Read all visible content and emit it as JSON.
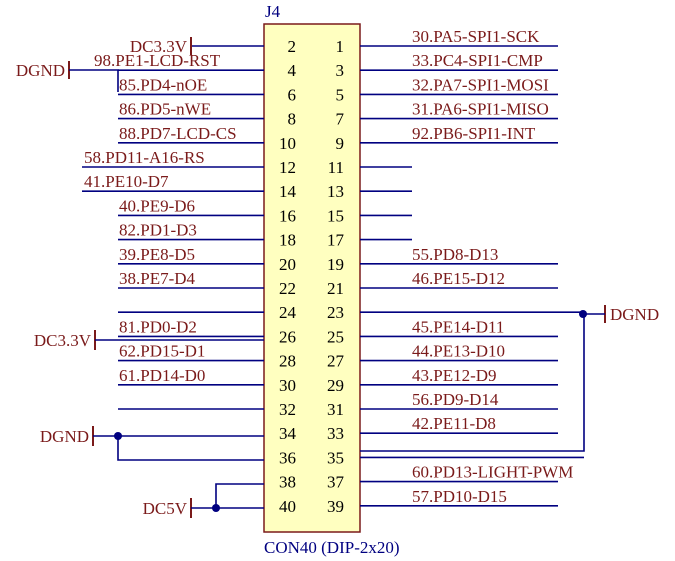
{
  "colors": {
    "wire": "#000080",
    "net_label": "#7a1a1a",
    "body_fill": "#ffffc0",
    "body_stroke": "#7a1a1a",
    "pin_number": "#000000",
    "designator": "#000080"
  },
  "component": {
    "designator": "J4",
    "part_name": "CON40 (DIP-2x20)"
  },
  "rows": [
    {
      "left_pin": "2",
      "right_pin": "1",
      "left_net": "DC3.3V",
      "right_net": "30.PA5-SPI1-SCK"
    },
    {
      "left_pin": "4",
      "right_pin": "3",
      "left_net": "98.PE1-LCD-RST",
      "right_net": "33.PC4-SPI1-CMP"
    },
    {
      "left_pin": "6",
      "right_pin": "5",
      "left_net": "85.PD4-nOE",
      "right_net": "32.PA7-SPI1-MOSI"
    },
    {
      "left_pin": "8",
      "right_pin": "7",
      "left_net": "86.PD5-nWE",
      "right_net": "31.PA6-SPI1-MISO"
    },
    {
      "left_pin": "10",
      "right_pin": "9",
      "left_net": "88.PD7-LCD-CS",
      "right_net": "92.PB6-SPI1-INT"
    },
    {
      "left_pin": "12",
      "right_pin": "11",
      "left_net": "58.PD11-A16-RS",
      "right_net": ""
    },
    {
      "left_pin": "14",
      "right_pin": "13",
      "left_net": "41.PE10-D7",
      "right_net": ""
    },
    {
      "left_pin": "16",
      "right_pin": "15",
      "left_net": "40.PE9-D6",
      "right_net": ""
    },
    {
      "left_pin": "18",
      "right_pin": "17",
      "left_net": "82.PD1-D3",
      "right_net": ""
    },
    {
      "left_pin": "20",
      "right_pin": "19",
      "left_net": "39.PE8-D5",
      "right_net": "55.PD8-D13"
    },
    {
      "left_pin": "22",
      "right_pin": "21",
      "left_net": "38.PE7-D4",
      "right_net": "46.PE15-D12"
    },
    {
      "left_pin": "24",
      "right_pin": "23",
      "left_net": "",
      "right_net": ""
    },
    {
      "left_pin": "26",
      "right_pin": "25",
      "left_net": "81.PD0-D2",
      "right_net": "45.PE14-D11"
    },
    {
      "left_pin": "28",
      "right_pin": "27",
      "left_net": "62.PD15-D1",
      "right_net": "44.PE13-D10"
    },
    {
      "left_pin": "30",
      "right_pin": "29",
      "left_net": "61.PD14-D0",
      "right_net": "43.PE12-D9"
    },
    {
      "left_pin": "32",
      "right_pin": "31",
      "left_net": "",
      "right_net": "56.PD9-D14"
    },
    {
      "left_pin": "34",
      "right_pin": "33",
      "left_net": "",
      "right_net": "42.PE11-D8"
    },
    {
      "left_pin": "36",
      "right_pin": "35",
      "left_net": "",
      "right_net": ""
    },
    {
      "left_pin": "38",
      "right_pin": "37",
      "left_net": "",
      "right_net": "60.PD13-LIGHT-PWM"
    },
    {
      "left_pin": "40",
      "right_pin": "39",
      "left_net": "",
      "right_net": "57.PD10-D15"
    }
  ],
  "power_ports": {
    "dc33_top": "DC3.3V",
    "dgnd_top": "DGND",
    "dgnd_right": "DGND",
    "dc33_mid": "DC3.3V",
    "dgnd_bottom": "DGND",
    "dc5v": "DC5V"
  }
}
